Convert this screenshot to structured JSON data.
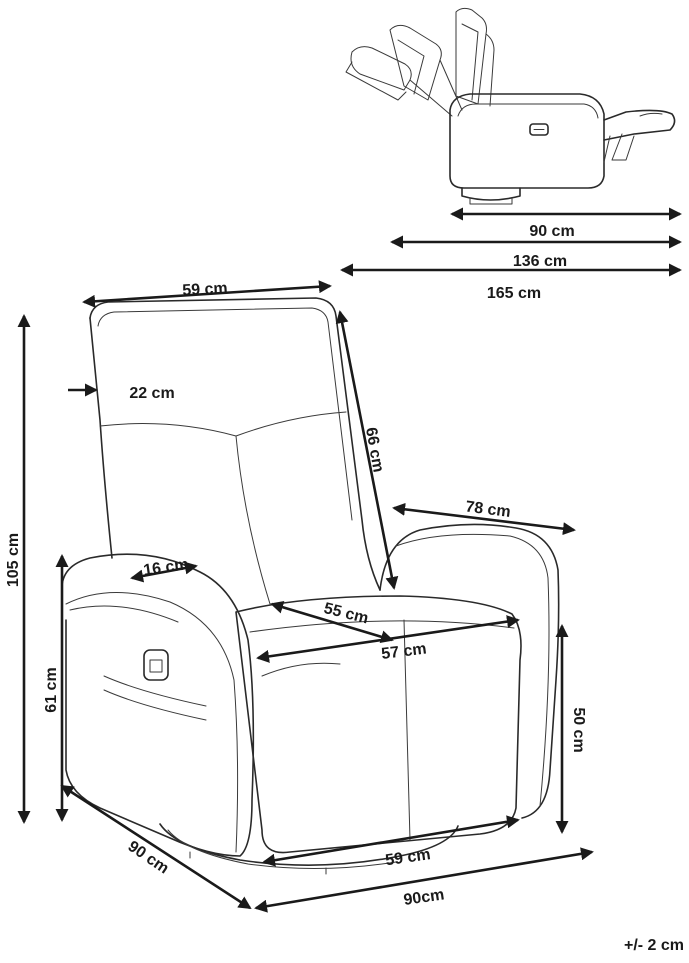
{
  "diagram": {
    "tolerance": "+/- 2 cm",
    "side_view": {
      "dimensions": [
        {
          "id": "depth-upright",
          "label": "90 cm"
        },
        {
          "id": "depth-half-reclined",
          "label": "136 cm"
        },
        {
          "id": "depth-fully-reclined",
          "label": "165 cm"
        }
      ]
    },
    "front_view": {
      "dimensions": [
        {
          "id": "backrest-width",
          "label": "59 cm"
        },
        {
          "id": "backrest-depth",
          "label": "22 cm"
        },
        {
          "id": "backrest-height",
          "label": "66 cm"
        },
        {
          "id": "total-height",
          "label": "105 cm"
        },
        {
          "id": "armrest-width",
          "label": "16 cm"
        },
        {
          "id": "seat-depth",
          "label": "55 cm"
        },
        {
          "id": "seat-width",
          "label": "57 cm"
        },
        {
          "id": "arm-height",
          "label": "61 cm"
        },
        {
          "id": "seat-height",
          "label": "50 cm"
        },
        {
          "id": "armrest-length",
          "label": "78 cm"
        },
        {
          "id": "base-depth",
          "label": "90 cm"
        },
        {
          "id": "front-width",
          "label": "59 cm"
        },
        {
          "id": "total-width",
          "label": "90cm"
        }
      ]
    }
  }
}
